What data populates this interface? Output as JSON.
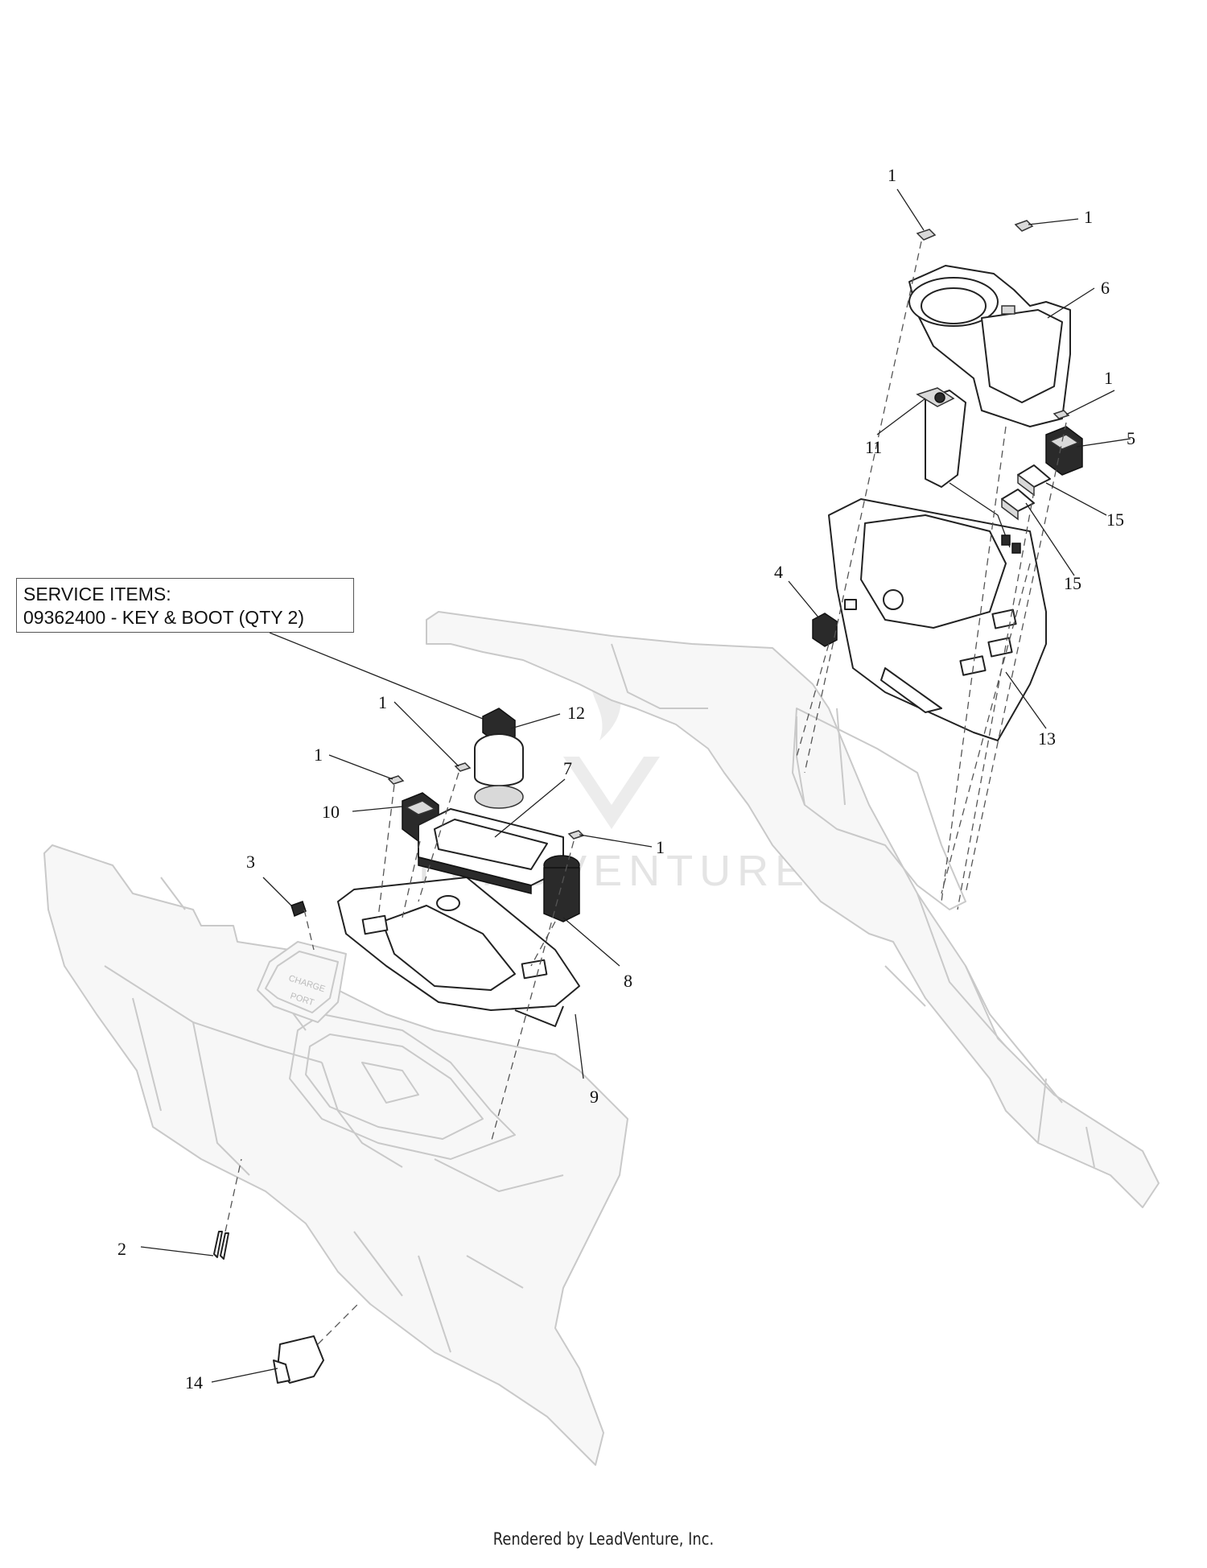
{
  "service_box": {
    "title": "SERVICE ITEMS:",
    "line": "09362400 - KEY & BOOT (QTY 2)"
  },
  "callouts": [
    "1",
    "1",
    "6",
    "1",
    "5",
    "11",
    "15",
    "15",
    "4",
    "13",
    "1",
    "12",
    "1",
    "10",
    "7",
    "1",
    "3",
    "8",
    "9",
    "2",
    "14"
  ],
  "footer": "Rendered by LeadVenture, Inc.",
  "charge_port": {
    "line1": "CHARGE",
    "line2": "PORT"
  },
  "colors": {
    "line": "#222222",
    "faint": "#c9c9c9",
    "leader": "#555555"
  }
}
